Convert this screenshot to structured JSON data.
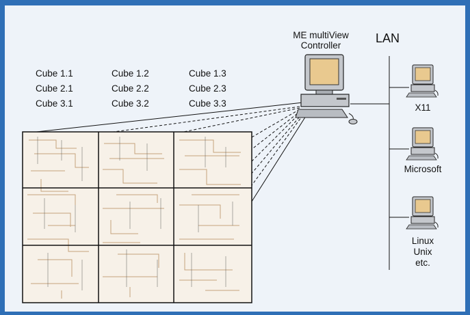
{
  "controller": {
    "line1": "ME multiView",
    "line2": "Controller"
  },
  "network": {
    "label": "LAN"
  },
  "cubes": {
    "rows": [
      [
        "Cube 1.1",
        "Cube 1.2",
        "Cube 1.3"
      ],
      [
        "Cube 2.1",
        "Cube 2.2",
        "Cube 2.3"
      ],
      [
        "Cube 3.1",
        "Cube 3.2",
        "Cube 3.3"
      ]
    ]
  },
  "clients": [
    {
      "label": "X11"
    },
    {
      "label": "Microsoft"
    },
    {
      "lines": [
        "Linux",
        "Unix",
        "etc."
      ]
    }
  ],
  "colors": {
    "frame": "#2f6fb6",
    "background": "#eef3f9",
    "line": "#111111",
    "monitor": "#bfc3c8",
    "screen": "#e9c98f"
  }
}
